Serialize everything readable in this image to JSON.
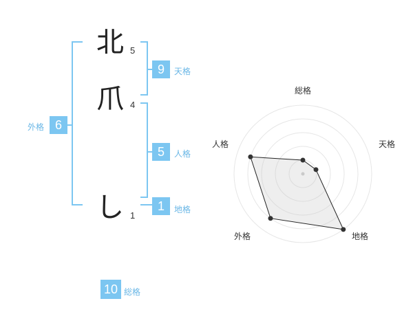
{
  "name_chars": [
    {
      "char": "北",
      "strokes": "5"
    },
    {
      "char": "爪",
      "strokes": "4"
    },
    {
      "char": "し",
      "strokes": "1"
    }
  ],
  "kaku": {
    "tenkaku": {
      "value": "9",
      "label": "天格"
    },
    "jinkaku": {
      "value": "5",
      "label": "人格"
    },
    "chikaku": {
      "value": "1",
      "label": "地格"
    },
    "gaikaku": {
      "value": "6",
      "label": "外格"
    },
    "soukaku": {
      "value": "10",
      "label": "総格"
    }
  },
  "colors": {
    "accent": "#7cc6f1",
    "bracket": "#7cc6f1"
  },
  "chart_data": {
    "type": "radar",
    "axes": [
      "総格",
      "天格",
      "地格",
      "外格",
      "人格"
    ],
    "values": [
      1,
      1,
      5,
      4,
      4
    ],
    "range": [
      0,
      5
    ]
  }
}
